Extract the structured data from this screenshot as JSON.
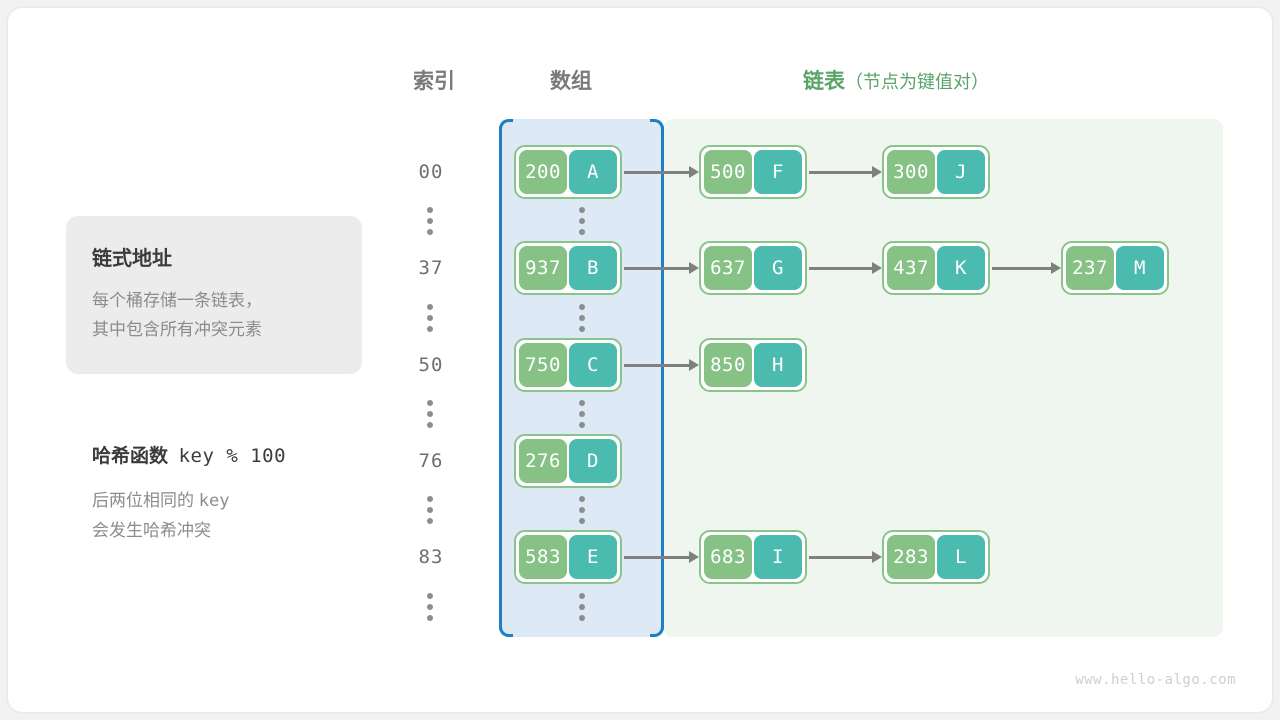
{
  "headers": {
    "index": "索引",
    "array": "数组",
    "list_main": "链表",
    "list_sub": "（节点为键值对）"
  },
  "info": {
    "title": "链式地址",
    "line1": "每个桶存储一条链表，",
    "line2": "其中包含所有冲突元素"
  },
  "hash_function": {
    "label": "哈希函数",
    "expression": "key % 100",
    "line1_a": "后两位相同的",
    "line1_b": "key",
    "line2": "会发生哈希冲突"
  },
  "colors": {
    "key_cell": "#86c186",
    "value_cell": "#4bbbb0",
    "node_border": "#8bc48a",
    "array_region_bg": "#ddeaf5",
    "array_region_border": "#1f7fc4",
    "list_region_bg": "#eff6ef",
    "arrow": "#808080",
    "accent_green_text": "#5aa469",
    "header_gray": "#7a7a7a"
  },
  "buckets": [
    {
      "index": "00",
      "nodes": [
        {
          "key": "200",
          "value": "A"
        },
        {
          "key": "500",
          "value": "F"
        },
        {
          "key": "300",
          "value": "J"
        }
      ]
    },
    {
      "index": "37",
      "nodes": [
        {
          "key": "937",
          "value": "B"
        },
        {
          "key": "637",
          "value": "G"
        },
        {
          "key": "437",
          "value": "K"
        },
        {
          "key": "237",
          "value": "M"
        }
      ]
    },
    {
      "index": "50",
      "nodes": [
        {
          "key": "750",
          "value": "C"
        },
        {
          "key": "850",
          "value": "H"
        }
      ]
    },
    {
      "index": "76",
      "nodes": [
        {
          "key": "276",
          "value": "D"
        }
      ]
    },
    {
      "index": "83",
      "nodes": [
        {
          "key": "583",
          "value": "E"
        },
        {
          "key": "683",
          "value": "I"
        },
        {
          "key": "283",
          "value": "L"
        }
      ]
    }
  ],
  "watermark": "www.hello-algo.com"
}
